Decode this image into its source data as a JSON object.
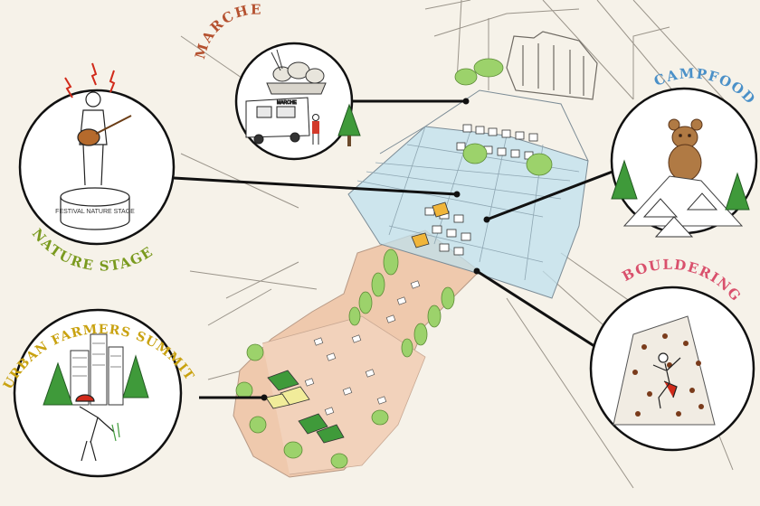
{
  "zones": [
    {
      "id": "marche",
      "label": "MARCHE",
      "color": "#b5512f"
    },
    {
      "id": "nature-stage",
      "label": "NATURE STAGE",
      "color": "#7a9a1e"
    },
    {
      "id": "campfood",
      "label": "CAMPFOOD",
      "color": "#4a90c8"
    },
    {
      "id": "bouldering",
      "label": "BOULDERING",
      "color": "#d9506c"
    },
    {
      "id": "urban-farmers",
      "label": "URBAN FARMERS SUMMIT",
      "color": "#c9a210"
    }
  ],
  "vignette_texts": {
    "stage_plinth": "FESTIVAL NATURE STAGE",
    "truck_sign": "MARCHE"
  },
  "colors": {
    "background": "#f6f2e9",
    "ground": "#efc9ad",
    "glass_roof": "#bfe0ee",
    "greenery": "#9cd26b",
    "leader_line": "#111111"
  }
}
